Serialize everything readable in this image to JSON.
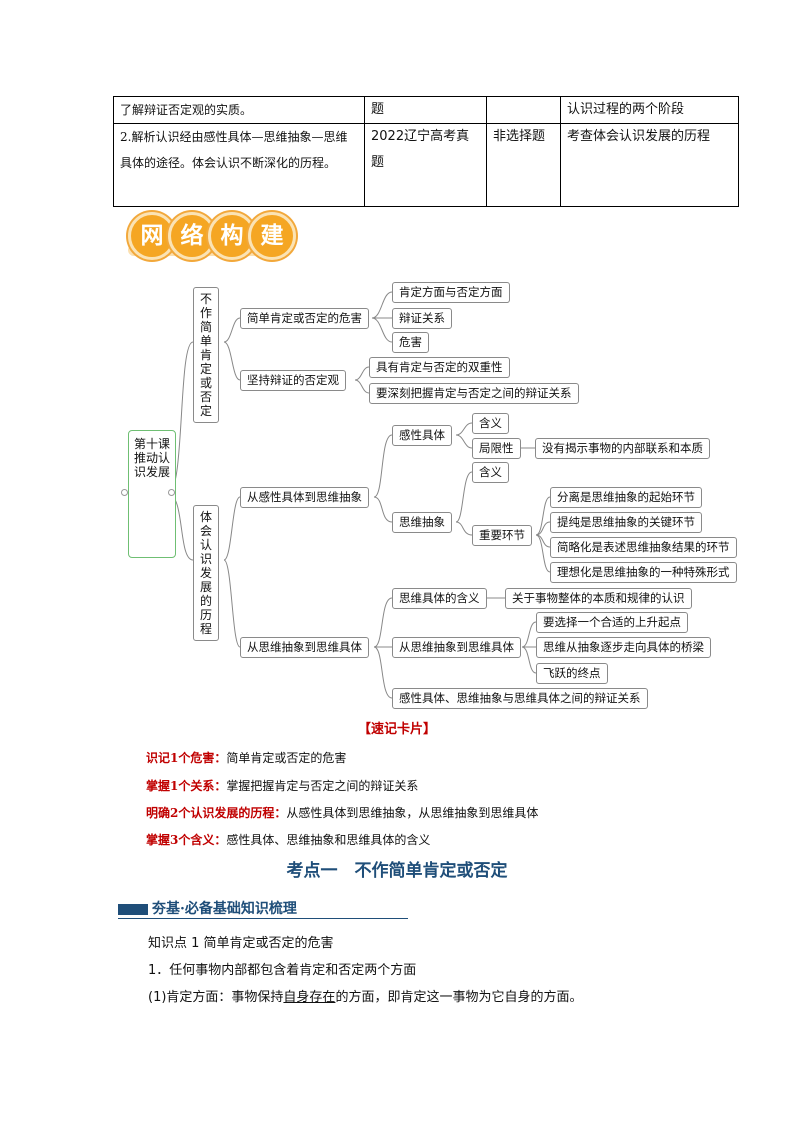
{
  "table": {
    "rows": [
      {
        "c1": "了解辩证否定观的实质。",
        "c2": "题",
        "c3": "",
        "c4": "认识过程的两个阶段"
      },
      {
        "c1": "2.解析认识经由感性具体—思维抽象—思维具体的途径。体会认识不断深化的历程。",
        "c2": "2022辽宁高考真题",
        "c3": "非选择题",
        "c4": "考查体会认识发展的历程"
      }
    ]
  },
  "banner": {
    "chars": [
      "网",
      "络",
      "构",
      "建"
    ],
    "color": "#f5a623"
  },
  "mindmap": {
    "root": "第十课 推动认识发展",
    "b1": "不作简单肯定或否定",
    "b1_1": "简单肯定或否定的危害",
    "b1_1_a": "肯定方面与否定方面",
    "b1_1_b": "辩证关系",
    "b1_1_c": "危害",
    "b1_2": "坚持辩证的否定观",
    "b1_2_a": "具有肯定与否定的双重性",
    "b1_2_b": "要深刻把握肯定与否定之间的辩证关系",
    "b2": "体会认识发展的历程",
    "b2_1": "从感性具体到思维抽象",
    "b2_1_a": "感性具体",
    "b2_1_a_1": "含义",
    "b2_1_a_2": "局限性",
    "b2_1_a_2_x": "没有揭示事物的内部联系和本质",
    "b2_1_b": "思维抽象",
    "b2_1_b_1": "含义",
    "b2_1_b_2": "重要环节",
    "b2_1_b_2_a": "分离是思维抽象的起始环节",
    "b2_1_b_2_b": "提纯是思维抽象的关键环节",
    "b2_1_b_2_c": "简略化是表述思维抽象结果的环节",
    "b2_1_b_2_d": "理想化是思维抽象的一种特殊形式",
    "b2_2": "从思维抽象到思维具体",
    "b2_2_a": "思维具体的含义",
    "b2_2_a_x": "关于事物整体的本质和规律的认识",
    "b2_2_b": "从思维抽象到思维具体",
    "b2_2_b_1": "要选择一个合适的上升起点",
    "b2_2_b_2": "思维从抽象逐步走向具体的桥梁",
    "b2_2_b_3": "飞跃的终点",
    "b2_2_c": "感性具体、思维抽象与思维具体之间的辩证关系"
  },
  "card": {
    "title": "【速记卡片】",
    "items": [
      {
        "label": "识记1个危害：",
        "text": "简单肯定或否定的危害"
      },
      {
        "label": "掌握1个关系：",
        "text": "掌握把握肯定与否定之间的辩证关系"
      },
      {
        "label": "明确2个认识发展的历程：",
        "text": "从感性具体到思维抽象，从思维抽象到思维具体"
      },
      {
        "label": "掌握3个含义：",
        "text": "感性具体、思维抽象和思维具体的含义"
      }
    ]
  },
  "section": {
    "title": "考点一　不作简单肯定或否定",
    "subhead": "夯基·必备基础知识梳理",
    "kp1": "知识点 1  简单肯定或否定的危害",
    "p1": "1．任何事物内部都包含着肯定和否定两个方面",
    "p2_pre": "(1)肯定方面：事物保持",
    "p2_ul": "自身存在",
    "p2_post": "的方面，即肯定这一事物为它自身的方面。"
  },
  "colors": {
    "accent_red": "#c00000",
    "heading_blue": "#1f4e79",
    "root_green": "#6fbf73"
  }
}
